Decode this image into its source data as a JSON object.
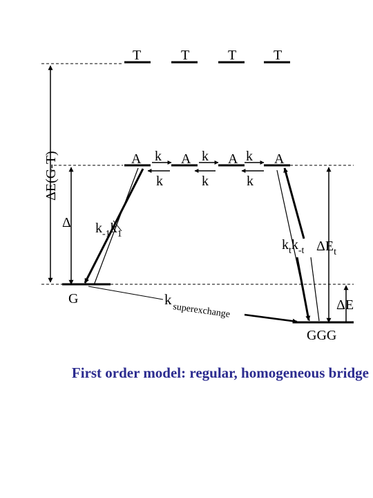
{
  "levels": {
    "bridge_top": "T",
    "bridge_acceptor": "A",
    "donor": "G",
    "trap": "GGG"
  },
  "rates": {
    "forward": "k",
    "backward": "k",
    "inject_a": "k",
    "inject_a_sub": "-1",
    "inject_b": "k",
    "inject_b_sub": "1",
    "trap_a": "k",
    "trap_a_sub": "t",
    "trap_b": "k",
    "trap_b_sub": "-t",
    "superexchange": "k",
    "superexchange_sub": "superexchange"
  },
  "energies": {
    "gap_gt": "ΔE(G-T)",
    "delta": "Δ",
    "delta_et": "ΔE",
    "delta_et_sub": "t",
    "delta_e": "ΔE"
  },
  "caption": "First order model: regular, homogeneous bridge"
}
